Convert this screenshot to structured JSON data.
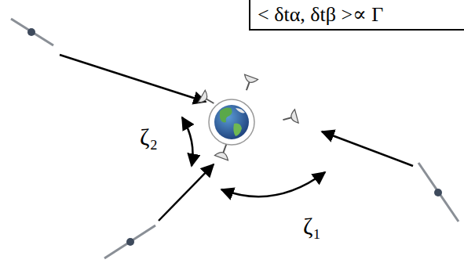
{
  "diagram": {
    "labels": [
      "< δtα, δtβ >∝ Γ",
      "ζ₂",
      "ζ₁"
    ]
  }
}
